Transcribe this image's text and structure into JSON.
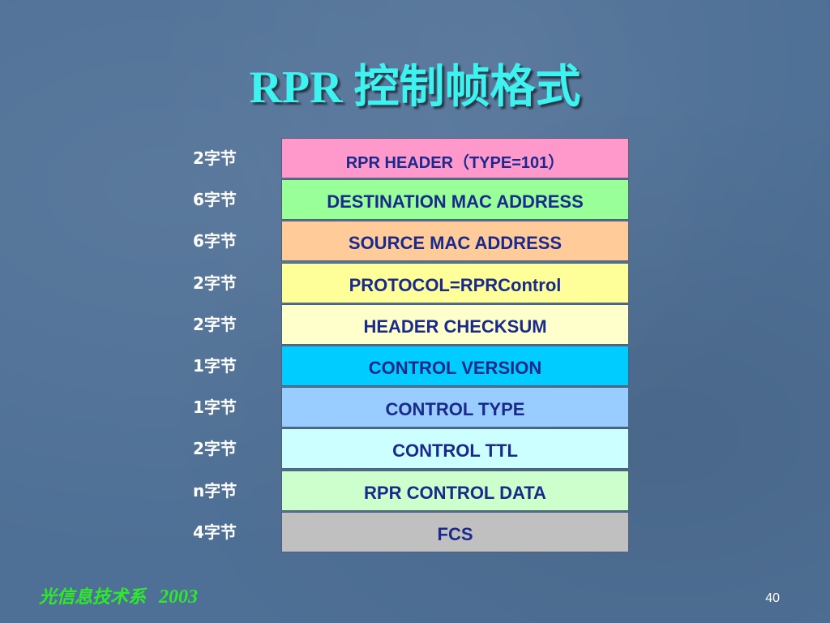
{
  "slide": {
    "title": "RPR 控制帧格式",
    "footer_dept": "光信息技术系",
    "footer_year": "2003",
    "page_number": "40"
  },
  "fields": [
    {
      "size": "2字节",
      "label": "RPR HEADER（TYPE=101）",
      "color": "#ff99cc"
    },
    {
      "size": "6字节",
      "label": "DESTINATION MAC ADDRESS",
      "color": "#99ff99"
    },
    {
      "size": "6字节",
      "label": "SOURCE MAC ADDRESS",
      "color": "#ffcc99"
    },
    {
      "size": "2字节",
      "label": "PROTOCOL=RPRControl",
      "color": "#ffff99"
    },
    {
      "size": "2字节",
      "label": "HEADER CHECKSUM",
      "color": "#ffffcc"
    },
    {
      "size": "1字节",
      "label": "CONTROL VERSION",
      "color": "#00ccff"
    },
    {
      "size": "1字节",
      "label": "CONTROL TYPE",
      "color": "#99ccff"
    },
    {
      "size": "2字节",
      "label": "CONTROL TTL",
      "color": "#ccffff"
    },
    {
      "size": "n字节",
      "label": "RPR CONTROL DATA",
      "color": "#ccffcc"
    },
    {
      "size": "4字节",
      "label": "FCS",
      "color": "#c0c0c0"
    }
  ]
}
